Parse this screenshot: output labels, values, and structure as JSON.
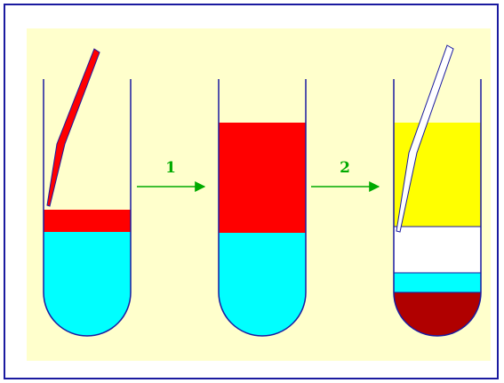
{
  "colors": {
    "frame": "#1a1aa0",
    "panel": "#ffffcc",
    "tube_outline": "#1a1aa0",
    "cyan_layer": "#00ffff",
    "red_layer": "#ff0000",
    "yellow_layer": "#ffff00",
    "white_layer": "#ffffff",
    "dark_red_layer": "#b00000",
    "arrow": "#00aa00",
    "label": "#00aa00"
  },
  "steps": [
    {
      "label": "1"
    },
    {
      "label": "2"
    }
  ],
  "tubes": [
    {
      "name": "tube-1",
      "layers": [
        "cyan_layer",
        "red_layer"
      ],
      "pipette": "red"
    },
    {
      "name": "tube-2",
      "layers": [
        "cyan_layer",
        "red_layer"
      ],
      "pipette": "none"
    },
    {
      "name": "tube-3",
      "layers": [
        "dark_red_layer",
        "cyan_layer",
        "white_layer",
        "yellow_layer"
      ],
      "pipette": "empty"
    }
  ]
}
